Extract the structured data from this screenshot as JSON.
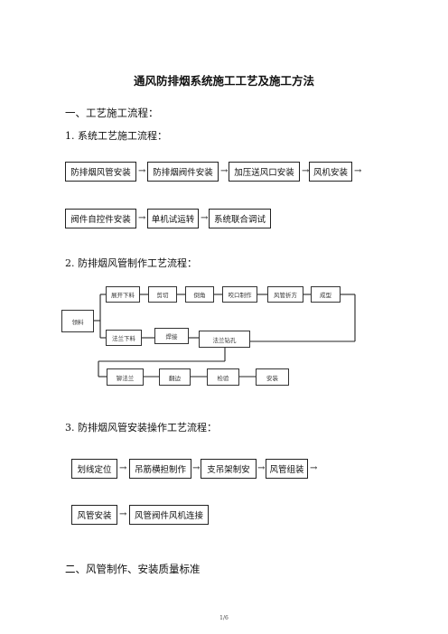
{
  "title": "通风防排烟系统施工工艺及施工方法",
  "sec1_heading": "一、工艺施工流程：",
  "sub1_heading": "1.  系统工艺施工流程：",
  "flow1_row1": [
    "防排烟风管安装",
    "防排烟阀件安装",
    "加压送风口安装",
    "风机安装"
  ],
  "flow1_row2": [
    "阀件自控件安装",
    "单机试运转",
    "系统联合调试"
  ],
  "arrow": "→",
  "sub2_heading": "2.  防排烟风管制作工艺流程：",
  "flow2": {
    "start": "领料",
    "row1": [
      "展开下料",
      "剪切",
      "倒角",
      "咬口制作",
      "风管折方",
      "成型"
    ],
    "row2": [
      "法兰下料",
      "焊接",
      "法兰钻孔"
    ],
    "row3": [
      "铆法兰",
      "翻边",
      "检验",
      "安装"
    ]
  },
  "sub3_heading": "3.  防排烟风管安装操作工艺流程：",
  "flow3_row1": [
    "划线定位",
    "吊筋横担制作",
    "支吊架制安",
    "风管组装"
  ],
  "flow3_row2": [
    "风管安装",
    "风管阀件风机连接"
  ],
  "sec2_heading": "二、风管制作、安装质量标准",
  "page_number": "1/6"
}
